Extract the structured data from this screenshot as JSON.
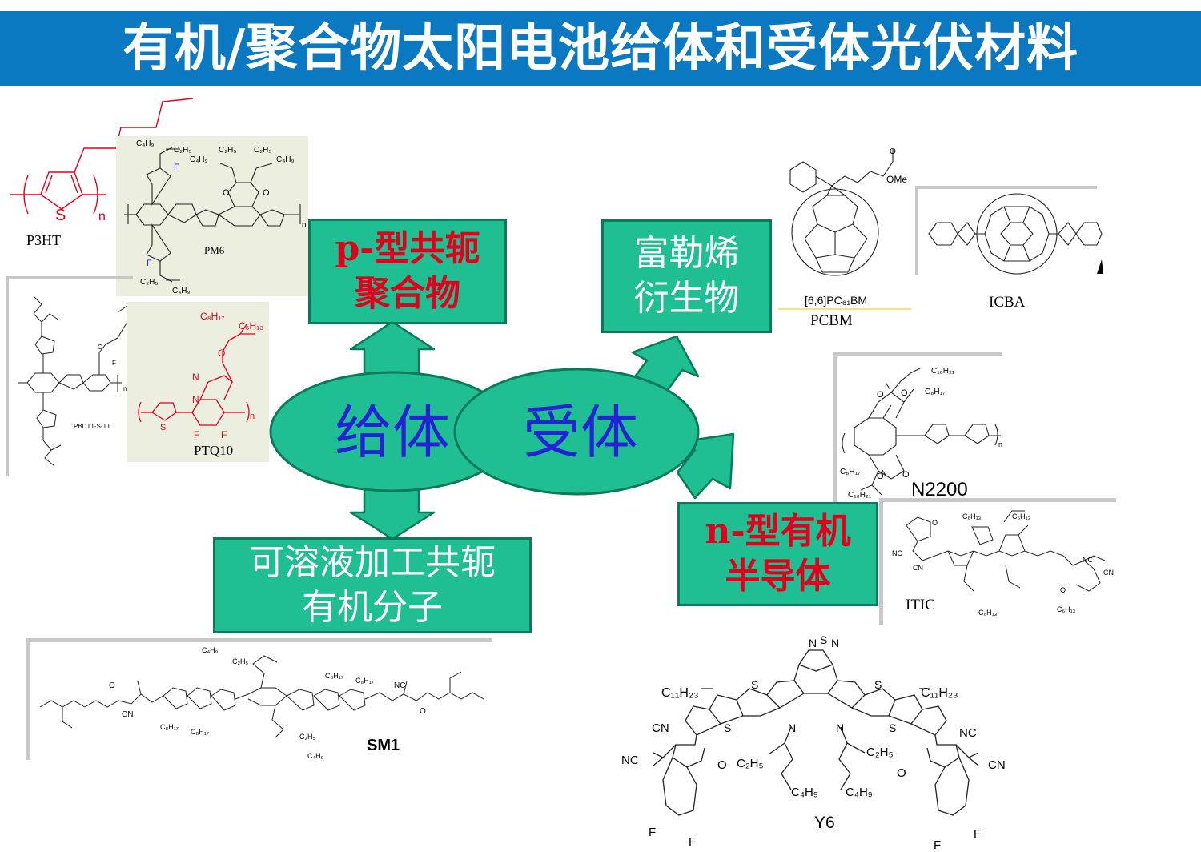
{
  "title": "有机/聚合物太阳电池给体和受体光伏材料",
  "center": {
    "donor": "给体",
    "acceptor": "受体"
  },
  "boxes": {
    "p_type_line1": "p-型共轭",
    "p_type_line2": "聚合物",
    "fullerene_line1": "富勒烯",
    "fullerene_line2": "衍生物",
    "small_mol_line1": "可溶液加工共轭",
    "small_mol_line2": "有机分子",
    "n_type_line1": "n-型有机",
    "n_type_line2": "半导体"
  },
  "molecules": {
    "p3ht": "P3HT",
    "pm6": "PM6",
    "pbdtt": "PBDTT-S-TT",
    "ptq10": "PTQ10",
    "pcbm_formula": "[6,6]PC61BM",
    "pcbm": "PCBM",
    "icba": "ICBA",
    "n2200": "N2200",
    "itic": "ITIC",
    "sm1": "SM1",
    "y6": "Y6"
  },
  "colors": {
    "title_bar": "#0b78c2",
    "box_fill": "#1fbf93",
    "arrow_fill": "#1fbf93",
    "highlight": "#e0001b",
    "center_text": "#2323d6"
  }
}
